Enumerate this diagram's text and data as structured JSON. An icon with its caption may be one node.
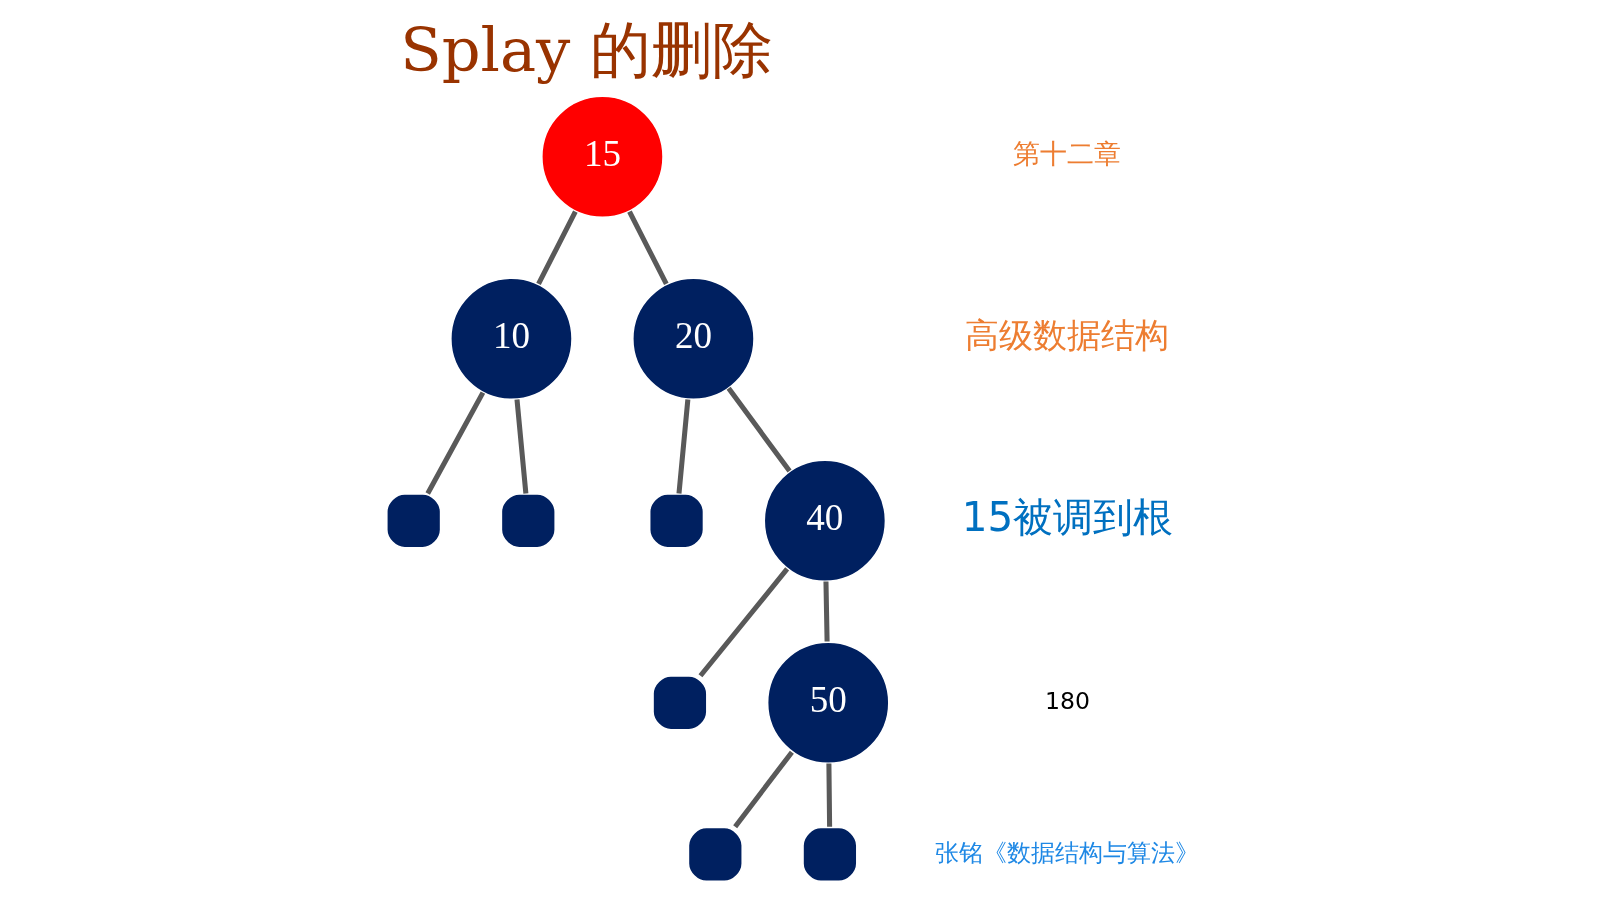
{
  "diagram": {
    "title": "Splay 的删除",
    "nodes": [
      {
        "text": [
          "15"
        ]
      },
      {
        "text": [
          "10"
        ]
      },
      {
        "text": [
          "20"
        ]
      },
      {
        "text": [],
        "shape": "box"
      },
      {
        "text": [],
        "shape": "box"
      },
      {
        "text": [],
        "shape": "box"
      },
      {
        "text": [
          "40"
        ]
      },
      {
        "text": [],
        "shape": "box"
      },
      {
        "text": [
          "50"
        ]
      },
      {
        "text": [],
        "shape": "box"
      },
      {
        "text": [],
        "shape": "box"
      }
    ],
    "edges": [
      {
        "from": 0,
        "to": 1,
        "arrow": "none"
      },
      {
        "from": 0,
        "to": 2,
        "arrow": "none"
      },
      {
        "from": 1,
        "to": 3,
        "arrow": "none"
      },
      {
        "from": 1,
        "to": 4,
        "arrow": "none"
      },
      {
        "from": 2,
        "to": 5,
        "arrow": "none"
      },
      {
        "from": 2,
        "to": 6,
        "arrow": "none"
      },
      {
        "from": 6,
        "to": 7,
        "arrow": "none"
      },
      {
        "from": 6,
        "to": 8,
        "arrow": "none"
      },
      {
        "from": 8,
        "to": 9,
        "arrow": "none"
      },
      {
        "from": 8,
        "to": 10,
        "arrow": "none"
      }
    ],
    "labels": [
      "第十二章",
      "高级数据结构",
      "15被调到根",
      "180",
      "张铭《数据结构与算法》"
    ]
  }
}
